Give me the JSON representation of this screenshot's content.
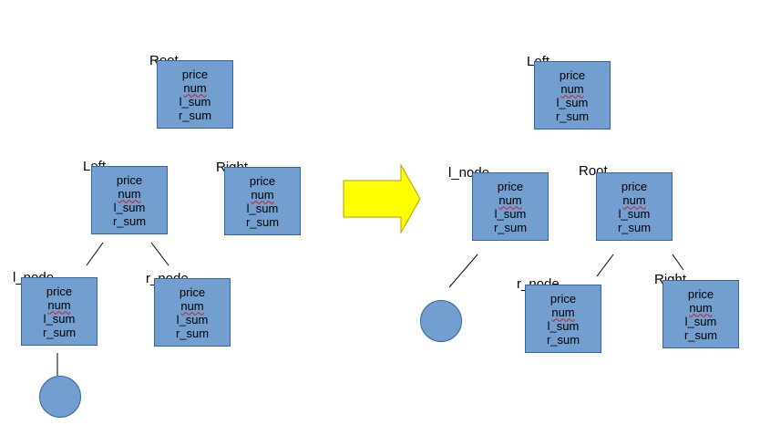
{
  "field_labels": [
    "price",
    "num",
    "l_sum",
    "r_sum"
  ],
  "colors": {
    "node_fill": "#729fcf",
    "node_border": "#3465a4",
    "arrow_fill": "#ffff00",
    "spellcheck": "#c9211e"
  },
  "before": {
    "root_label": "Root",
    "left_label": "Left",
    "right_label": "Right",
    "lnode_label": "l_node",
    "rnode_label": "r_node"
  },
  "after": {
    "left_label": "Left",
    "lnode_label": "l_node",
    "root_label": "Root",
    "rnode_label": "r_node",
    "right_label": "Right"
  }
}
